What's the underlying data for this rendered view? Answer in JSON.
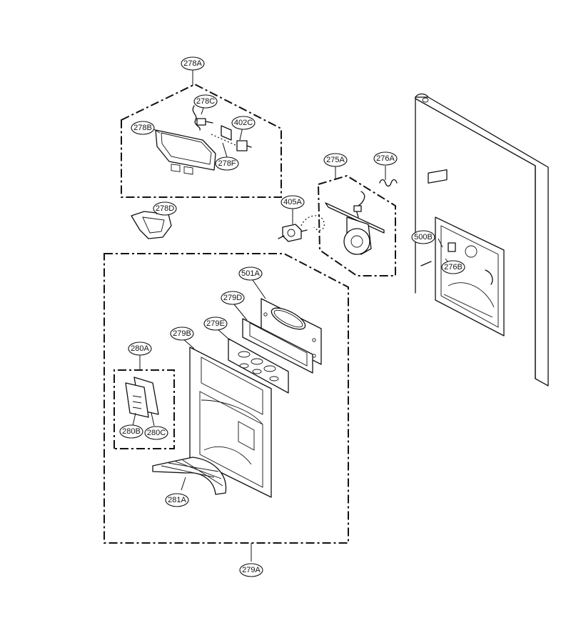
{
  "diagram": {
    "callouts": {
      "c278A": "278A",
      "c278C": "278C",
      "c402C": "402C",
      "c278B": "278B",
      "c278F": "278F",
      "c278D": "278D",
      "c275A": "275A",
      "c276A": "276A",
      "c405A": "405A",
      "c500B": "500B",
      "c276B": "276B",
      "c501A": "501A",
      "c279D": "279D",
      "c279E": "279E",
      "c279B": "279B",
      "c280A": "280A",
      "c280B": "280B",
      "c280C": "280C",
      "c281A": "281A",
      "c279A": "279A"
    }
  }
}
